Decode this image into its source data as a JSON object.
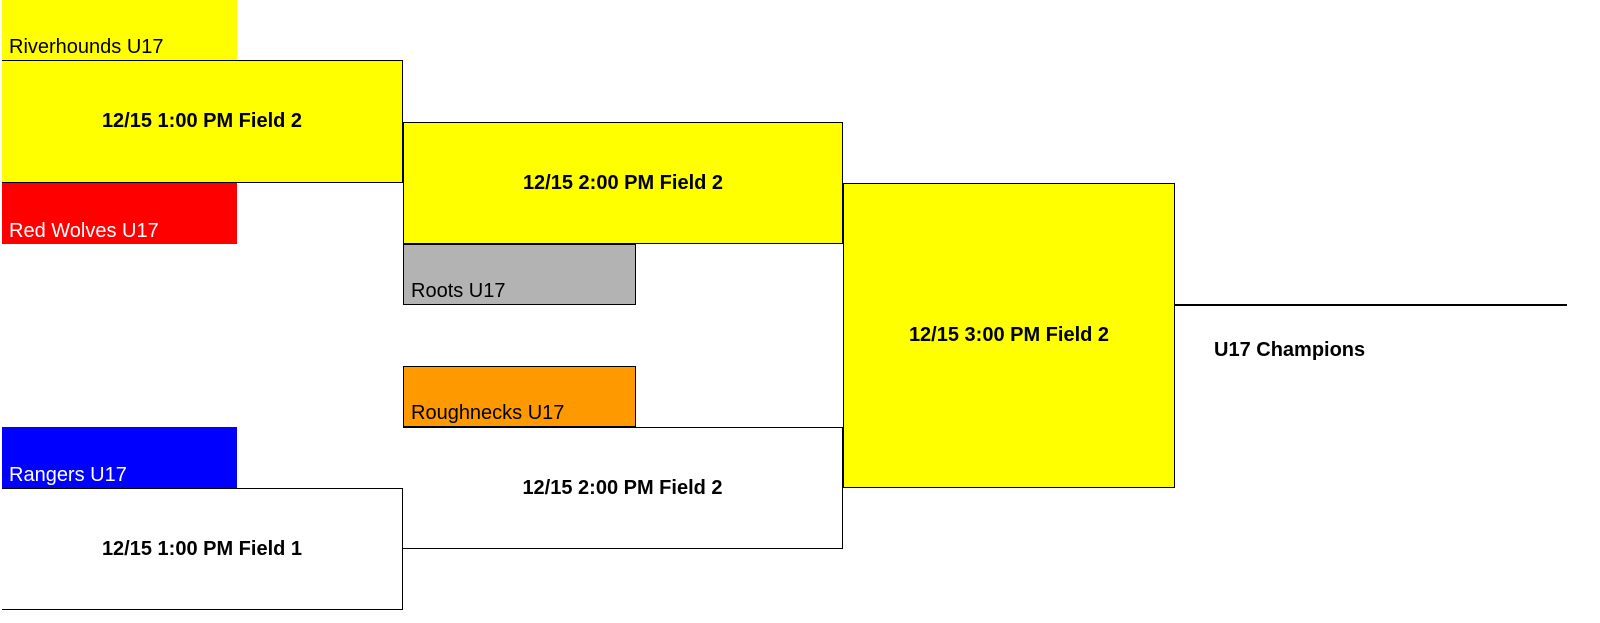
{
  "colors": {
    "riverhounds": "#ffff00",
    "red_wolves": "#ff0000",
    "roots": "#b3b3b3",
    "roughnecks": "#ff9900",
    "rangers": "#0000ff",
    "advancing_game": "#ffff00",
    "pending_game": "#ffffff",
    "line": "#000000"
  },
  "round1": {
    "teams": [
      {
        "name": "Riverhounds U17",
        "color": "#ffff00"
      },
      {
        "name": "Red Wolves U17",
        "color": "#ff0000"
      },
      {
        "name": "Rangers U17",
        "color": "#0000ff"
      }
    ],
    "games": [
      {
        "label": "12/15 1:00 PM Field 2",
        "fill": "#ffff00"
      },
      {
        "label": "12/15 1:00 PM Field 1",
        "fill": "#ffffff"
      }
    ]
  },
  "round2": {
    "teams": [
      {
        "name": "Roots U17",
        "color": "#b3b3b3"
      },
      {
        "name": "Roughnecks U17",
        "color": "#ff9900"
      }
    ],
    "games": [
      {
        "label": "12/15 2:00 PM Field 2",
        "fill": "#ffff00"
      },
      {
        "label": "12/15 2:00 PM Field 2",
        "fill": "#ffffff"
      }
    ]
  },
  "final": {
    "game": {
      "label": "12/15 3:00 PM Field 2",
      "fill": "#ffff00"
    },
    "champion_label": "U17 Champions"
  }
}
